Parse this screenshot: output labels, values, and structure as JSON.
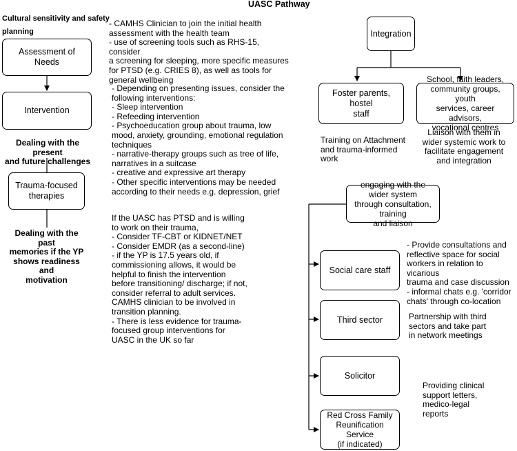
{
  "title": "UASC Pathway",
  "left_column": {
    "header": "Cultural sensitivity and safety\nplanning",
    "assessment_box": "Assessment of Needs",
    "intervention_box": "Intervention",
    "present_text": "Dealing with the present\nand future challenges",
    "trauma_box": "Trauma-focused\ntherapies",
    "past_text": "Dealing with the past\nmemories if the YP\nshows readiness and\nmotivation"
  },
  "middle_column": {
    "assessment_notes": "- CAMHS Clinician to join the initial health\nassessment with the health team\n- use of screening tools such as RHS-15, consider\na screening for sleeping, more specific measures\nfor PTSD (e.g. CRIES 8), as well as tools for\ngeneral wellbeing",
    "intervention_notes": "- Depending on presenting issues, consider the\nfollowing interventions:\n- Sleep intervention\n- Refeeding intervention\n- Psychoeducation group about trauma, low\nmood, anxiety, grounding, emotional regulation\ntechniques\n- narrative-therapy groups such as tree of life,\nnarratives in a suitcase\n- creative and expressive art therapy\n- Other specific interventions may be needed\naccording to their needs e.g. depression, grief",
    "trauma_notes": "If the UASC has PTSD and is willing\nto work on their trauma,\n- Consider TF-CBT or KIDNET/NET\n- Consider EMDR (as a second-line)\n- if the YP is 17.5 years old, if\ncommissioning allows, it would be\nhelpful to finish the intervention\nbefore transitioning/ discharge; if not,\nconsider referral to adult services.\nCAMHS clinician to be involved in\ntransition planning.\n- There is less evidence for trauma-\nfocused group interventions for\nUASC in the UK so far"
  },
  "integration": {
    "box": "Integration",
    "foster_box": "Foster parents, hostel\nstaff",
    "school_box": "School, faith leaders,\ncommunity groups, youth\nservices, career advisors,\nvocational centres",
    "foster_note": "Training on Attachment\nand trauma-informed\nwork",
    "school_note": "Liaison with them in\nwider systemic work to\nfacilitate engagement\nand integration"
  },
  "wider_system": {
    "box": "engaging with the wider system\nthrough consultation, training\nand liaison",
    "social_box": "Social care staff",
    "social_note": "- Provide consultations and\nreflective space for social\nworkers in relation to vicarious\ntrauma and case discussion\n- informal chats e.g. 'corridor\nchats' through co-location",
    "third_box": "Third sector",
    "third_note": "Partnership with third\nsectors and take part\nin network meetings",
    "solicitor_box": "Solicitor",
    "solicitor_note": "Providing clinical\nsupport letters,\nmedico-legal\nreports",
    "redcross_box": "Red Cross Family\nReunification Service\n(if indicated)"
  }
}
